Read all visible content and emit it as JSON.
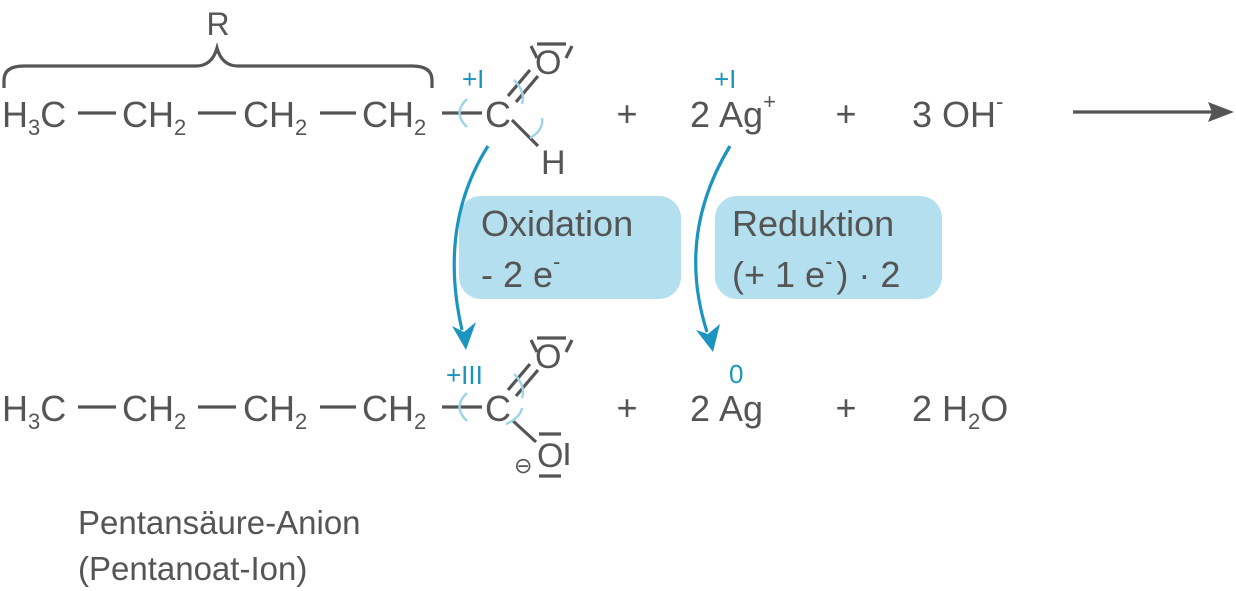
{
  "bracket_label": "R",
  "reaction1": {
    "chain": [
      "H",
      "3",
      "C",
      "CH",
      "2",
      "CH",
      "2",
      "CH",
      "2"
    ],
    "carbon": "C",
    "oxygen": "O",
    "hydrogen": "H",
    "ox_carbon": "+I",
    "plus1": "+",
    "silver_coeff": "2",
    "silver": "Ag",
    "silver_charge": "+",
    "ox_silver": "+I",
    "plus2": "+",
    "hydroxide": "3 OH",
    "hydroxide_charge": "-"
  },
  "oxidation_box": {
    "title": "Oxidation",
    "line2_prefix": "- 2 e",
    "line2_sup": "-"
  },
  "reduction_box": {
    "title": "Reduktion",
    "line2_prefix": "(+ 1 e",
    "line2_sup": "-",
    "line2_suffix": ") · 2"
  },
  "reaction2": {
    "chain": [
      "H",
      "3",
      "C",
      "CH",
      "2",
      "CH",
      "2",
      "CH",
      "2"
    ],
    "carbon": "C",
    "oxygen": "O",
    "oxygen2": "O",
    "minus_sign": "⊖",
    "ox_carbon": "+III",
    "plus1": "+",
    "silver_coeff": "2",
    "silver": "Ag",
    "ox_silver": "0",
    "plus2": "+",
    "water": [
      "2 H",
      "2",
      "O"
    ]
  },
  "product_name": [
    "Pentansäure-Anion",
    "(Pentanoat-Ion)"
  ],
  "colors": {
    "text": "#555555",
    "oxidation_number": "#1b95c0",
    "box": "#b3dfee",
    "arc": "#9fd3e6"
  }
}
